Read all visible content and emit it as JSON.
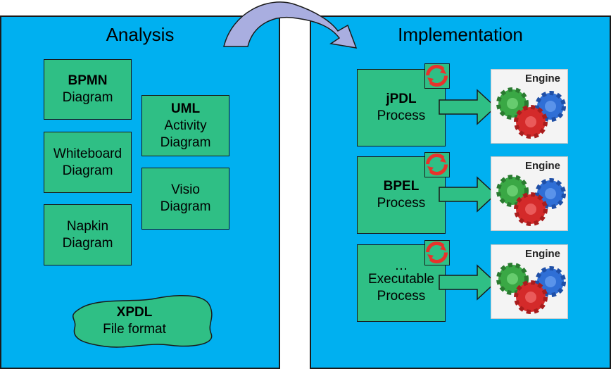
{
  "analysis": {
    "title": "Analysis",
    "boxes": [
      {
        "bold": "BPMN",
        "text": "Diagram"
      },
      {
        "bold": "",
        "line1": "Whiteboard",
        "line2": "Diagram"
      },
      {
        "bold": "",
        "line1": "Napkin",
        "line2": "Diagram"
      },
      {
        "bold": "UML",
        "line1": "Activity",
        "line2": "Diagram"
      },
      {
        "bold": "",
        "line1": "Visio",
        "line2": "Diagram"
      }
    ],
    "xpdl": {
      "bold": "XPDL",
      "text": "File format"
    }
  },
  "implementation": {
    "title": "Implementation",
    "processes": [
      {
        "bold": "jPDL",
        "text": "Process",
        "engine": "Engine"
      },
      {
        "bold": "BPEL",
        "text": "Process",
        "engine": "Engine"
      },
      {
        "line0": "…",
        "line1": "Executable",
        "line2": "Process",
        "engine": "Engine"
      }
    ]
  },
  "colors": {
    "panel": "#00b0f0",
    "box": "#2fbf85",
    "arrow": "#a9aee0",
    "badge_icon": "#e8322b"
  }
}
